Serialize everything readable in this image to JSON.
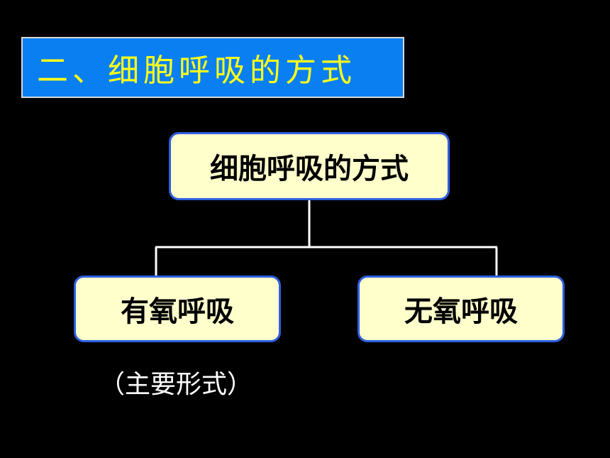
{
  "slide": {
    "title": "二、细胞呼吸的方式",
    "root_node": "细胞呼吸的方式",
    "left_node": "有氧呼吸",
    "right_node": "无氧呼吸",
    "left_note": "（主要形式）"
  },
  "colors": {
    "background": "#000000",
    "title_fill": "#0a7ff2",
    "title_text": "#ffff1a",
    "node_fill": "#ffffcc",
    "node_border": "#2f5fe0",
    "connector": "#ffffff"
  }
}
